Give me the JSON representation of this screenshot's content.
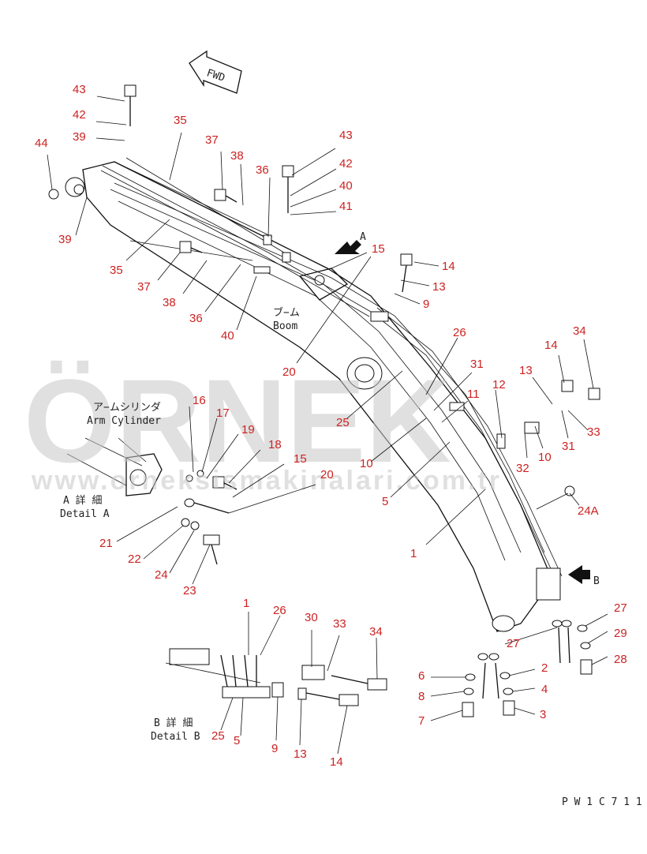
{
  "drawing": {
    "code": "P W 1 C 7 1 1",
    "fwd_label": "FWD",
    "section_a": "A",
    "section_b": "B",
    "watermark_text": "ÖRNEK",
    "watermark_url": "www.orneksismakinalari.com.tr",
    "watermark_color": "#c8c8c8",
    "callout_color": "#cc2222"
  },
  "labels": {
    "boom_jp": "ブ−ム",
    "boom_en": "Boom",
    "arm_cyl_jp": "ア−ムシリンダ",
    "arm_cyl_en": "Arm Cylinder",
    "detail_a_jp": "A 詳 細",
    "detail_a_en": "Detail A",
    "detail_b_jp": "B 詳 細",
    "detail_b_en": "Detail B"
  },
  "callouts": {
    "c43a": "43",
    "c42a": "42",
    "c39a": "39",
    "c44": "44",
    "c39b": "39",
    "c35a": "35",
    "c35b": "35",
    "c37a": "37",
    "c38a": "38",
    "c36a": "36",
    "c37b": "37",
    "c38b": "38",
    "c36b": "36",
    "c40a": "40",
    "c43b": "43",
    "c42b": "42",
    "c40b": "40",
    "c41": "41",
    "c15a": "15",
    "c14a": "14",
    "c13a": "13",
    "c9a": "9",
    "c20a": "20",
    "c25a": "25",
    "c26a": "26",
    "c31a": "31",
    "c11": "11",
    "c12": "12",
    "c10a": "10",
    "c10b": "10",
    "c5a": "5",
    "c1a": "1",
    "c14b": "14",
    "c34a": "34",
    "c13b": "13",
    "c31b": "31",
    "c33a": "33",
    "c32": "32",
    "c24a": "24A",
    "c16": "16",
    "c17": "17",
    "c19": "19",
    "c18": "18",
    "c15b": "15",
    "c20b": "20",
    "c21": "21",
    "c22": "22",
    "c24": "24",
    "c23": "23",
    "c27a": "27",
    "c29": "29",
    "c28": "28",
    "c27b": "27",
    "c2": "2",
    "c4": "4",
    "c3": "3",
    "c6": "6",
    "c8": "8",
    "c7": "7",
    "c1b": "1",
    "c26b": "26",
    "c30": "30",
    "c33b": "33",
    "c34b": "34",
    "c25b": "25",
    "c5b": "5",
    "c9b": "9",
    "c13c": "13",
    "c14c": "14"
  }
}
